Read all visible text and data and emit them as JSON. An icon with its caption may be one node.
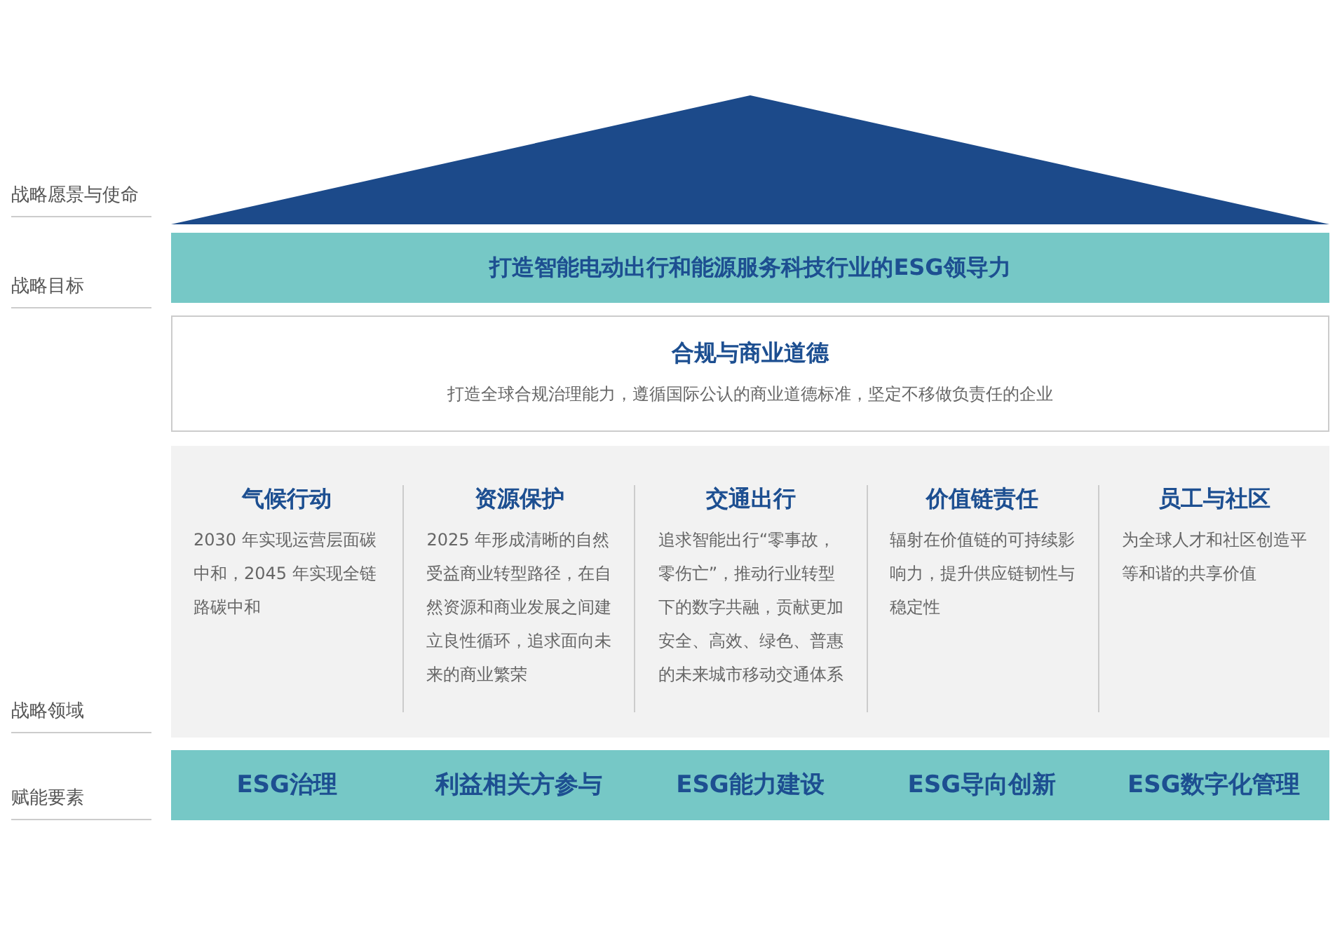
{
  "diagram": {
    "nodes": [
      {
        "text": [],
        "shape": "triangle"
      },
      {
        "text": [
          "打造智能电动出行和能源服务科技行业的ESG领导力"
        ]
      },
      {
        "text": [
          "合规与商业道德",
          "打造全球合规治理能力，遵循国际公认的商业道德标准，坚定不移做负责任的企业"
        ]
      },
      {
        "text": [],
        "shape": "box"
      },
      {
        "text": [
          "气候行动",
          "2030 年实现运营层面碳中和，2045 年实现全链路碳中和"
        ],
        "in": 3
      },
      {
        "text": [
          "资源保护",
          "2025 年形成清晰的自然受益商业转型路径，在自然资源和商业发展之间建立良性循环，追求面向未来的商业繁荣"
        ],
        "in": 3
      },
      {
        "text": [
          "交通出行",
          "追求智能出行“零事故，零伤亡”，推动行业转型下的数字共融，贡献更加安全、高效、绿色、普惠的未来城市移动交通体系"
        ],
        "in": 3
      },
      {
        "text": [
          "价值链责任",
          "辐射在价值链的可持续影响力，提升供应链韧性与稳定性"
        ],
        "in": 3
      },
      {
        "text": [
          "员工与社区",
          "为全球人才和社区创造平等和谐的共享价值"
        ],
        "in": 3
      },
      {
        "text": [],
        "shape": "bar"
      },
      {
        "text": [
          "ESG治理"
        ],
        "in": 9
      },
      {
        "text": [
          "利益相关方参与"
        ],
        "in": 9
      },
      {
        "text": [
          "ESG能力建设"
        ],
        "in": 9
      },
      {
        "text": [
          "ESG导向创新"
        ],
        "in": 9
      },
      {
        "text": [
          "ESG数字化管理"
        ],
        "in": 9
      }
    ],
    "edges": [],
    "labels": [
      "战略愿景与使命",
      "战略目标",
      "战略领域",
      "赋能要素"
    ]
  }
}
